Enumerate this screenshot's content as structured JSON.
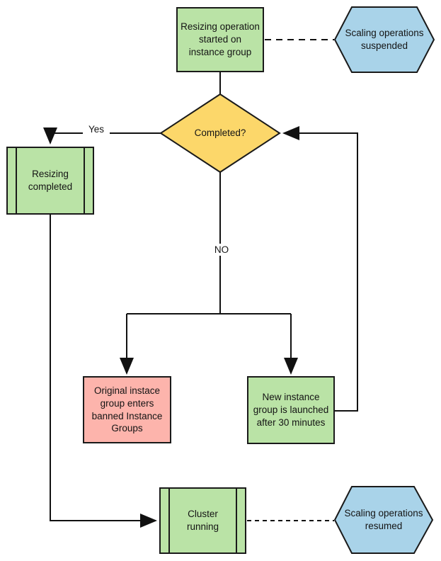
{
  "nodes": {
    "start": {
      "label": "Resizing operation\nstarted on\ninstance group",
      "fill": "#bae3a6"
    },
    "suspended": {
      "label": "Scaling operations\nsuspended",
      "fill": "#a9d3e9"
    },
    "decision": {
      "label": "Completed?",
      "fill": "#fcd76a"
    },
    "resizing_completed": {
      "label": "Resizing\ncompleted",
      "fill": "#bae3a6"
    },
    "banned_group": {
      "label": "Original instace\ngroup enters\nbanned Instance\nGroups",
      "fill": "#fdb4ac"
    },
    "new_group": {
      "label": "New instance\ngroup is launched\nafter 30 minutes",
      "fill": "#bae3a6"
    },
    "cluster_running": {
      "label": "Cluster\nrunning",
      "fill": "#bae3a6"
    },
    "resumed": {
      "label": "Scaling operations\nresumed",
      "fill": "#a9d3e9"
    }
  },
  "edge_labels": {
    "yes": "Yes",
    "no": "NO"
  },
  "colors": {
    "stroke": "#1a1a1a",
    "process_green": "#bae3a6",
    "terminator_blue": "#a9d3e9",
    "decision_yellow": "#fcd76a",
    "warning_pink": "#fdb4ac"
  }
}
